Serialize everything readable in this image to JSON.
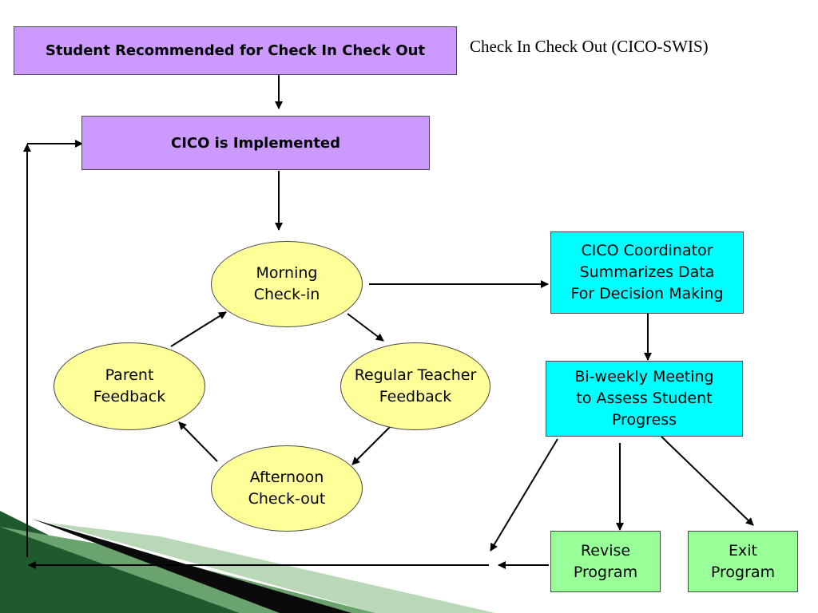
{
  "title": "Check In Check Out (CICO-SWIS)",
  "colors": {
    "purple": "#cc99ff",
    "yellow": "#ffff99",
    "cyan": "#00ffff",
    "green": "#99ff99",
    "arrow": "#000000",
    "deco_dark_green": "#1f5a2f",
    "deco_light_green": "#6aa36e",
    "deco_black": "#0a0a0a"
  },
  "nodes": {
    "recommended": {
      "lines": [
        "Student Recommended for Check In Check Out"
      ]
    },
    "implemented": {
      "lines": [
        "CICO is Implemented"
      ]
    },
    "morning": {
      "lines": [
        "Morning",
        "Check-in"
      ]
    },
    "teacher": {
      "lines": [
        "Regular Teacher",
        "Feedback"
      ]
    },
    "afternoon": {
      "lines": [
        "Afternoon",
        "Check-out"
      ]
    },
    "parent": {
      "lines": [
        "Parent",
        "Feedback"
      ]
    },
    "coordinator": {
      "lines": [
        "CICO Coordinator",
        "Summarizes Data",
        "For Decision Making"
      ]
    },
    "meeting": {
      "lines": [
        "Bi-weekly Meeting",
        "to Assess Student",
        "Progress"
      ]
    },
    "revise": {
      "lines": [
        "Revise",
        "Program"
      ]
    },
    "exit": {
      "lines": [
        "Exit",
        "Program"
      ]
    }
  },
  "edges": [
    {
      "from": "recommended",
      "to": "implemented"
    },
    {
      "from": "implemented",
      "to": "morning"
    },
    {
      "from": "morning",
      "to": "teacher"
    },
    {
      "from": "teacher",
      "to": "afternoon"
    },
    {
      "from": "afternoon",
      "to": "parent"
    },
    {
      "from": "parent",
      "to": "morning"
    },
    {
      "from": "morning",
      "to": "coordinator"
    },
    {
      "from": "coordinator",
      "to": "meeting"
    },
    {
      "from": "meeting",
      "to": "revise"
    },
    {
      "from": "meeting",
      "to": "exit"
    },
    {
      "from": "meeting",
      "to": "implemented"
    },
    {
      "from": "revise",
      "to": "implemented"
    }
  ]
}
